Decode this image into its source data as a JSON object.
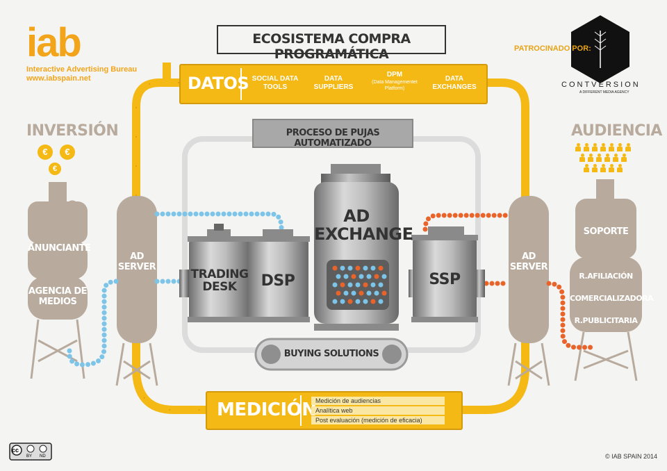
{
  "logo": {
    "text": "iab",
    "org": "Interactive Advertising Bureau",
    "url": "www.iabspain.net"
  },
  "title": "ECOSISTEMA COMPRA PROGRAMÁTICA",
  "sponsor": {
    "label": "PATROCINADO POR:",
    "name": "CONTVERSION",
    "tagline": "A DIFFERENT MEDIA AGENCY"
  },
  "datos": {
    "title": "DATOS",
    "items": [
      {
        "label": "SOCIAL DATA TOOLS",
        "sub": ""
      },
      {
        "label": "DATA SUPPLIERS",
        "sub": ""
      },
      {
        "label": "DPM",
        "sub": "(Data Managementet Platform)"
      },
      {
        "label": "DATA EXCHANGES",
        "sub": ""
      }
    ]
  },
  "proceso": "PROCESO DE PUJAS AUTOMATIZADO",
  "inversion": {
    "title": "INVERSIÓN",
    "currency": "€",
    "anunciante": "ANUNCIANTE",
    "agencia": "AGENCIA DE MEDIOS"
  },
  "ad_server_left": "AD SERVER",
  "ad_server_right": "AD SERVER",
  "trading_desk": "TRADING DESK",
  "dsp": "DSP",
  "ad_exchange": "AD EXCHANGE",
  "ssp": "SSP",
  "buying": "BUYING SOLUTIONS",
  "audiencia": {
    "title": "AUDIENCIA",
    "soporte": "SOPORTE",
    "items": [
      "R.AFILIACIÓN",
      "COMERCIALIZADORA",
      "R.PUBLICITARIA"
    ]
  },
  "medicion": {
    "title": "MEDICIÓN",
    "items": [
      "Medición de audiencias",
      "Analítica web",
      "Post evaluación (medición de eficacia)"
    ]
  },
  "license": {
    "cc": "cc",
    "by": "BY",
    "nd": "ND"
  },
  "footer": "© IAB SPAIN 2014",
  "colors": {
    "yellow": "#f5b916",
    "taupe": "#b8ab9d",
    "blue_dots": "#7cc4e8",
    "orange_dots": "#e8642a",
    "steel": "#9a9a9a"
  }
}
